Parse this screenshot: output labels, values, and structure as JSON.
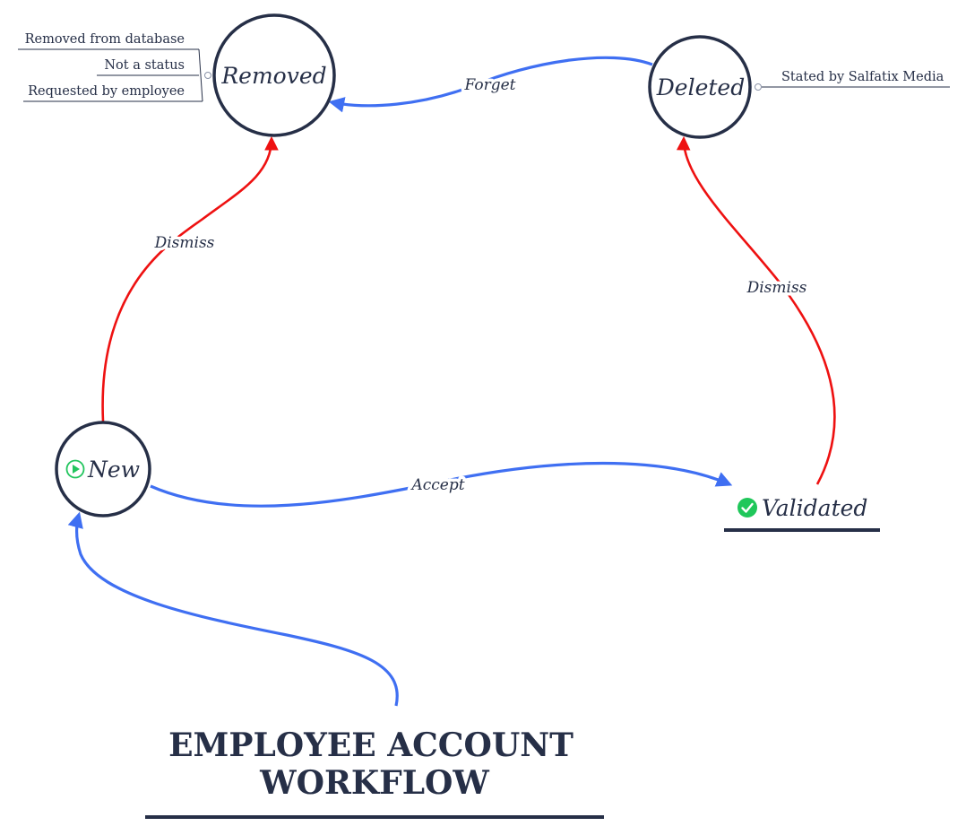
{
  "title": {
    "line1": "EMPLOYEE ACCOUNT",
    "line2": "WORKFLOW"
  },
  "states": {
    "removed": {
      "label": "Removed"
    },
    "deleted": {
      "label": "Deleted"
    },
    "new": {
      "label": "New",
      "icon": "play-circle-icon"
    },
    "validated": {
      "label": "Validated",
      "icon": "check-circle-icon"
    }
  },
  "transitions": {
    "forget": {
      "label": "Forget",
      "from": "Deleted",
      "to": "Removed"
    },
    "dismiss_new": {
      "label": "Dismiss",
      "from": "New",
      "to": "Removed"
    },
    "dismiss_validated": {
      "label": "Dismiss",
      "from": "Validated",
      "to": "Deleted"
    },
    "accept": {
      "label": "Accept",
      "from": "New",
      "to": "Validated"
    }
  },
  "notes": {
    "removed": [
      "Removed from database",
      "Not a status",
      "Requested by employee"
    ],
    "deleted": [
      "Stated by Salfatix Media"
    ]
  },
  "colors": {
    "ink": "#262f47",
    "primary_edge": "#3f6ff2",
    "dismiss_edge": "#ee1111",
    "start_icon": "#22c55e",
    "validated_icon": "#1fc75a"
  }
}
